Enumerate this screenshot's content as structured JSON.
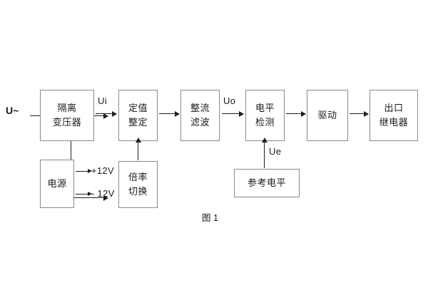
{
  "figure": {
    "caption": "图 1",
    "background_color": "#ffffff",
    "line_color": "#1f1f1f",
    "box_border_color": "#8a8a8a",
    "text_color": "#1a1a1a"
  },
  "blocks": {
    "isolation_transformer": {
      "line1": "隔离",
      "line2": "变压器"
    },
    "power_supply": {
      "line1": "电源"
    },
    "setting_value": {
      "line1": "定值",
      "line2": "整定"
    },
    "multiplier_switch": {
      "line1": "倍率",
      "line2": "切换"
    },
    "rectifier_filter": {
      "line1": "整流",
      "line2": "滤波"
    },
    "level_detect": {
      "line1": "电平",
      "line2": "检测"
    },
    "reference_level": {
      "line1": "参考电平"
    },
    "drive": {
      "line1": "驱动"
    },
    "output_relay": {
      "line1": "出口",
      "line2": "继电器"
    }
  },
  "signals": {
    "input_source": "U~",
    "ui": "Ui",
    "uo": "Uo",
    "ue": "Ue",
    "rail_positive": "+12V",
    "rail_negative": "- 12V"
  }
}
